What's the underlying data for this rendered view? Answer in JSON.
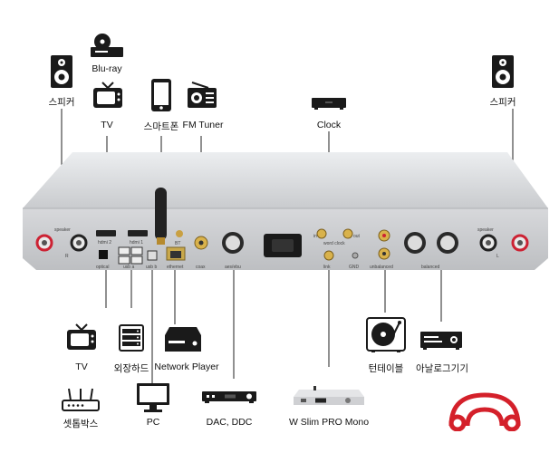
{
  "labels": {
    "speaker_left": "스피커",
    "bluray": "Blu-ray",
    "tv_top": "TV",
    "smartphone": "스마트폰",
    "fm_tuner": "FM Tuner",
    "clock": "Clock",
    "speaker_right": "스피커",
    "tv_bottom": "TV",
    "external_hdd": "외장하드",
    "network_player": "Network Player",
    "turntable": "턴테이블",
    "analog_device": "아날로그기기",
    "settop_box": "셋톱박스",
    "pc": "PC",
    "dac_ddc": "DAC, DDC",
    "w_slim": "W Slim PRO Mono"
  },
  "panel": {
    "speaker_left": "speaker",
    "hdmi2": "hdmi 2",
    "hdmi1": "hdmi 1",
    "bt": "BT",
    "word_clock": "word clock",
    "speaker_right": "speaker",
    "optical": "optical",
    "usb_a": "usb a",
    "usb_b": "usb b",
    "ethernet": "ethernet",
    "coax": "coax",
    "aes_ebu": "aes/ebu",
    "link": "link",
    "gnd": "GND",
    "unbalanced": "unbalanced",
    "balanced": "balanced",
    "r_left": "R",
    "l_right": "L",
    "in": "in",
    "out": "out"
  },
  "colors": {
    "logo_red": "#d4202a",
    "chassis": "#d9dadc",
    "icon": "#1a1a1a"
  }
}
